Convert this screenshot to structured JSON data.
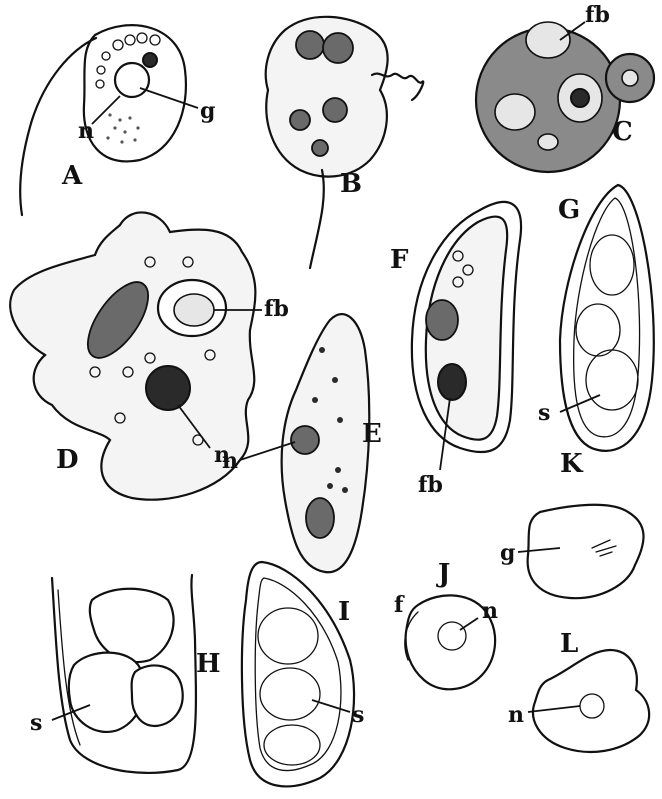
{
  "panels": {
    "A": "A",
    "B": "B",
    "C": "C",
    "D": "D",
    "E": "E",
    "F": "F",
    "G": "G",
    "H": "H",
    "I": "I",
    "J": "J",
    "K": "K",
    "L": "L"
  },
  "parts": {
    "g_A": "g",
    "n_A": "n",
    "fb_C": "fb",
    "fb_D": "fb",
    "n_D": "n",
    "fb_F": "fb",
    "s_G": "s",
    "g_K": "g",
    "s_H": "s",
    "s_I": "s",
    "f_J": "f",
    "n_J": "n",
    "n_L": "n"
  },
  "colors": {
    "ink": "#111111",
    "background": "#ffffff",
    "stipple": "#555555"
  }
}
